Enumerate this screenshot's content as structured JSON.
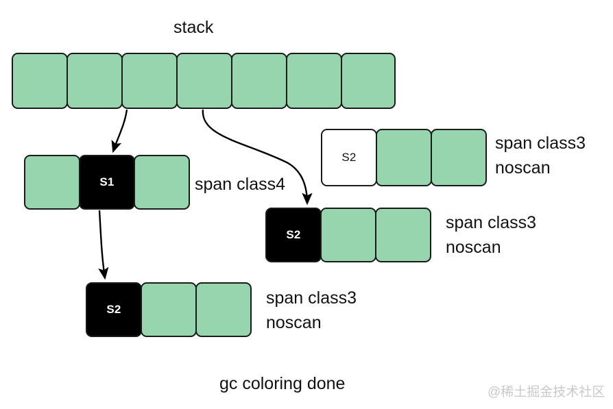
{
  "diagram": {
    "title": "stack",
    "footer": "gc coloring done",
    "watermark": "@稀土掘金技术社区",
    "colors": {
      "green": "#96d5ae",
      "black": "#000000",
      "white": "#ffffff",
      "stroke": "#1a1a1a",
      "watermark": "#c9c9c9"
    },
    "stack": {
      "name": "stack",
      "cells": [
        {
          "label": "",
          "fill": "green"
        },
        {
          "label": "",
          "fill": "green"
        },
        {
          "label": "",
          "fill": "green"
        },
        {
          "label": "",
          "fill": "green"
        },
        {
          "label": "",
          "fill": "green"
        },
        {
          "label": "",
          "fill": "green"
        },
        {
          "label": "",
          "fill": "green"
        }
      ]
    },
    "groups": [
      {
        "id": "span-class4",
        "caption": "span class4",
        "caption_lines": [
          "span class4"
        ],
        "cells": [
          {
            "label": "",
            "fill": "green"
          },
          {
            "label": "S1",
            "fill": "black"
          },
          {
            "label": "",
            "fill": "green"
          }
        ]
      },
      {
        "id": "span-class3-top-right",
        "caption": "span class3\nnoscan",
        "caption_lines": [
          "span class3",
          "noscan"
        ],
        "cells": [
          {
            "label": "S2",
            "fill": "white"
          },
          {
            "label": "",
            "fill": "green"
          },
          {
            "label": "",
            "fill": "green"
          }
        ]
      },
      {
        "id": "span-class3-mid-right",
        "caption": "span class3\nnoscan",
        "caption_lines": [
          "span class3",
          "noscan"
        ],
        "cells": [
          {
            "label": "S2",
            "fill": "black"
          },
          {
            "label": "",
            "fill": "green"
          },
          {
            "label": "",
            "fill": "green"
          }
        ]
      },
      {
        "id": "span-class3-bottom",
        "caption": "span class3\nnoscan",
        "caption_lines": [
          "span class3",
          "noscan"
        ],
        "cells": [
          {
            "label": "S2",
            "fill": "black"
          },
          {
            "label": "",
            "fill": "green"
          },
          {
            "label": "",
            "fill": "green"
          }
        ]
      }
    ],
    "arrows": [
      {
        "id": "stack-to-s1",
        "from": "stack-cell-3",
        "to": "span-class4-cell-s1"
      },
      {
        "id": "stack-to-s2-mid",
        "from": "stack-cell-4",
        "to": "span-class3-mid-right-cell-s2"
      },
      {
        "id": "s1-to-s2-bottom",
        "from": "span-class4-cell-s1",
        "to": "span-class3-bottom-cell-s2"
      }
    ]
  }
}
